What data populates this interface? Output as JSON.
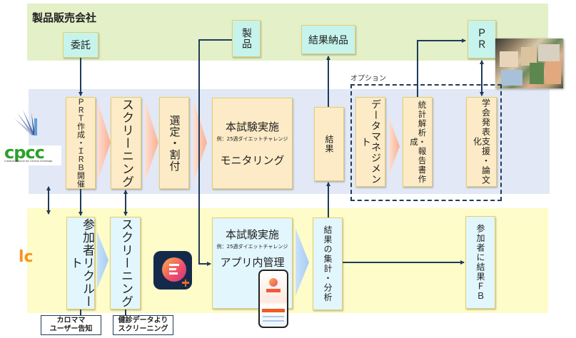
{
  "bands": {
    "top": {
      "title": "製品販売会社"
    }
  },
  "top_boxes": {
    "itaku": "委託",
    "seihin": "製品",
    "kekka_nouhin": "結果納品",
    "pr": "ＰＲ"
  },
  "mid_boxes": {
    "prt": "ＰＲＴ作成・ＩＲＢ開催",
    "screening": "スクリーニング",
    "sentei": "選定・割付",
    "main_trial": {
      "title": "本試験実施",
      "example": "例：25週ダイエットチャレンジ",
      "sub": "モニタリング"
    },
    "kekka": "結果",
    "data_management": "データマネジメント",
    "stats": "統計解析・報告書作成",
    "conference": "学会発表支援・論文化"
  },
  "option_label": "オプション",
  "bot_boxes": {
    "recruit": "参加者リクルート",
    "screening": "スクリーニング",
    "main_trial": {
      "title": "本試験実施",
      "example": "例：25週ダイエットチャレンジ",
      "sub": "アプリ内管理"
    },
    "aggregate": "結果の集計・分析",
    "feedback": "参加者に結果ＦＢ"
  },
  "notes": {
    "recruit_note": [
      "カロママ",
      "ユーザー告知"
    ],
    "screening_note": [
      "健診データより",
      "スクリーニング"
    ]
  },
  "logos": {
    "cpcc_text": "cpcc",
    "cpcc_tagline": "Creative Planner for Clinical Challenge",
    "lc_text": "lc"
  },
  "icons": {
    "app": "calomama-app-icon",
    "phone": "smartphone-app-screen",
    "photo": "pr-magazines-photo"
  },
  "colors": {
    "top_band": "#e3f0c8",
    "mid_band": "#e2e8f5",
    "bot_band": "#fefcc8",
    "line": "#1f3b5b",
    "mint_box": "#c6f4ec",
    "cream_box": "#fcebc6",
    "sky_box": "#e2f6fd",
    "orange_chevron": "#fbb79b",
    "blue_chevron": "#aad0f6",
    "lc_orange": "#f7941d",
    "cpcc_green": "#2aa12a"
  }
}
